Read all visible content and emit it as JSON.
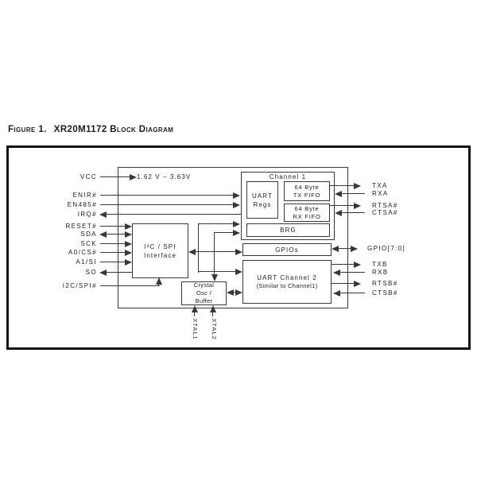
{
  "figure": {
    "label": "Figure 1.",
    "title": "XR20M1172 Block Diagram"
  },
  "chip": {
    "supply_range": "1.62 V – 3.63V",
    "blocks": {
      "channel1": {
        "title": "Channel 1",
        "uart_regs": {
          "line1": "UART",
          "line2": "Regs"
        },
        "tx_fifo": {
          "line1": "64 Byte",
          "line2": "TX FIFO"
        },
        "rx_fifo": {
          "line1": "64 Byte",
          "line2": "RX FIFO"
        },
        "brg": "BRG"
      },
      "gpios": "GPIOs",
      "channel2": {
        "line1": "UART Channel 2",
        "line2": "(Similar to Channel1)"
      },
      "interface": {
        "line1": "I²C / SPI",
        "line2": "Interface"
      },
      "crystal": {
        "line1": "Crystal",
        "line2": "Osc /",
        "line3": "Buffer"
      }
    }
  },
  "pins": {
    "left": [
      {
        "name": "VCC",
        "direction": "input"
      },
      {
        "name": "ENIR#",
        "direction": "input"
      },
      {
        "name": "EN485#",
        "direction": "input"
      },
      {
        "name": "IRQ#",
        "direction": "output"
      },
      {
        "name": "RESET#",
        "direction": "input"
      },
      {
        "name": "SDA",
        "direction": "bidirectional"
      },
      {
        "name": "SCK",
        "direction": "input"
      },
      {
        "name": "A0/CS#",
        "direction": "input"
      },
      {
        "name": "A1/SI",
        "direction": "input"
      },
      {
        "name": "SO",
        "direction": "output"
      },
      {
        "name": "I2C/SPI#",
        "direction": "input"
      }
    ],
    "right": [
      {
        "name": "TXA",
        "direction": "output"
      },
      {
        "name": "RXA",
        "direction": "input"
      },
      {
        "name": "RTSA#",
        "direction": "output"
      },
      {
        "name": "CTSA#",
        "direction": "input"
      },
      {
        "name": "GPIO[7:0]",
        "direction": "bidirectional"
      },
      {
        "name": "TXB",
        "direction": "output"
      },
      {
        "name": "RXB",
        "direction": "input"
      },
      {
        "name": "RTSB#",
        "direction": "output"
      },
      {
        "name": "CTSB#",
        "direction": "input"
      }
    ],
    "bottom": [
      {
        "name": "XTAL1",
        "direction": "input"
      },
      {
        "name": "XTAL2",
        "direction": "input"
      }
    ]
  },
  "colors": {
    "line": "#383838",
    "text": "#222222",
    "frame": "#141414",
    "background": "#ffffff"
  }
}
